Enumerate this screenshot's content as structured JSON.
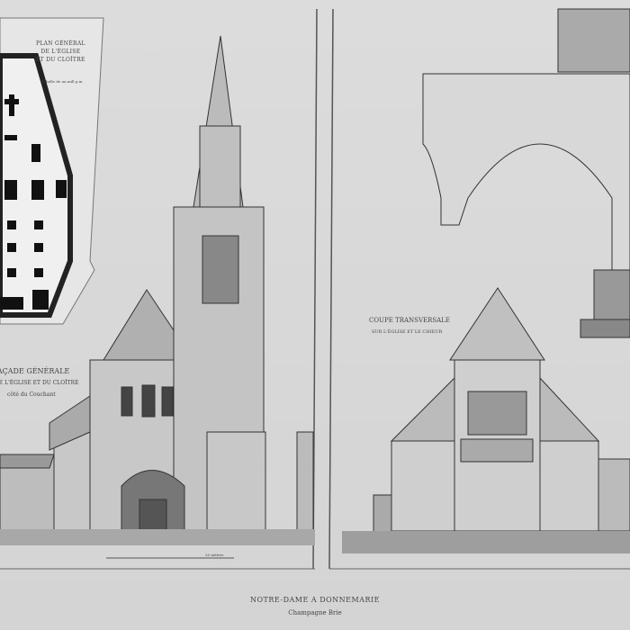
{
  "plan": {
    "title": "PLAN GÉNÉRAL",
    "line2": "DE L'ÉGLISE",
    "line3": "ET DU CLOÎTRE",
    "scale": "Échelle de un mill p.m."
  },
  "facade": {
    "title": "FAÇADE GÉNÉRALE",
    "line2": "DE L'ÉGLISE ET DU CLOÎTRE",
    "line3": "côté du Couchant"
  },
  "section": {
    "title": "COUPE TRANSVERSALE",
    "line2": "SUR L'ÉGLISE ET LE CHŒUR"
  },
  "caption": {
    "title": "NOTRE-DAME A DONNEMARIE",
    "subtitle": "Champagne Brie"
  },
  "scale_bar": {
    "label": "20 mètres"
  }
}
